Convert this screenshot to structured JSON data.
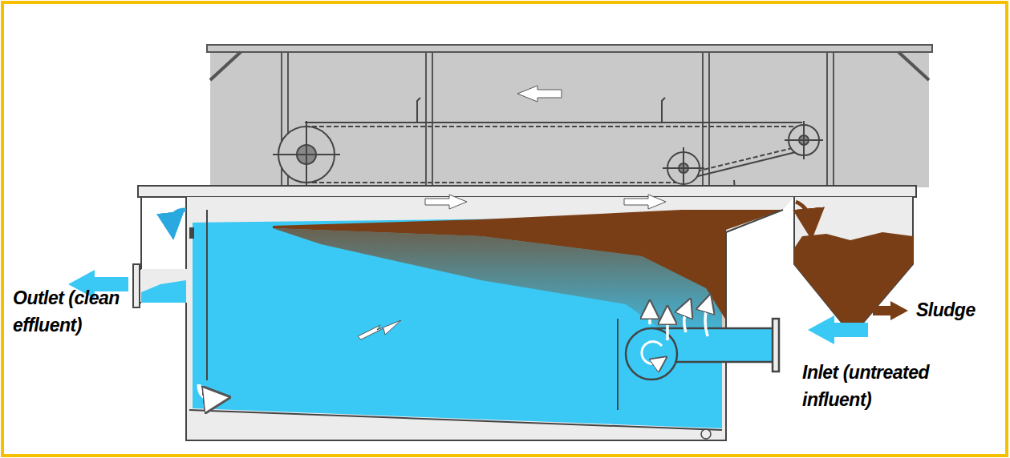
{
  "diagram": {
    "labels": [
      "Outlet (clean effluent)",
      "Sludge",
      "Inlet (untreated influent)"
    ]
  }
}
